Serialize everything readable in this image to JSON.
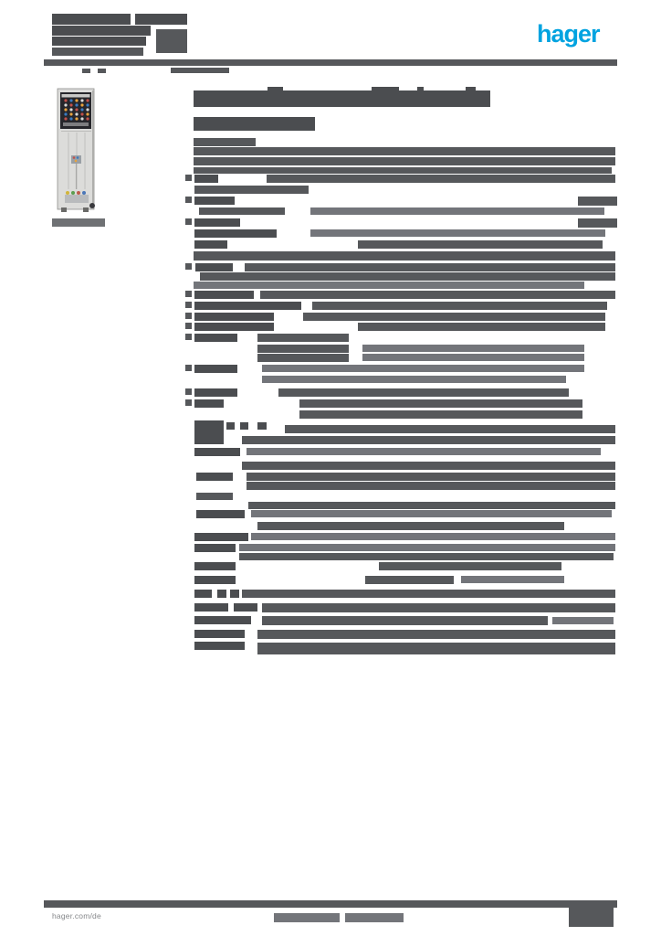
{
  "header": {
    "logo_text": "hager"
  },
  "footer": {
    "website": "hager.com/de"
  },
  "colors": {
    "brand_blue": "#00a3e0",
    "footer_text": "#85878a",
    "page_background": "#ffffff",
    "palette": {
      "d": "#4b4d50",
      "m": "#56585b",
      "l": "#73757a",
      "c": "#6f7174"
    }
  },
  "blocks": [
    {
      "name": "header-product-title-bar",
      "bars": [
        [
          57,
          15,
          86,
          12,
          "d"
        ],
        [
          148,
          15,
          57,
          12,
          "d"
        ],
        [
          57,
          28,
          108,
          11,
          "d"
        ],
        [
          57,
          40,
          103,
          10,
          "d"
        ],
        [
          57,
          52,
          100,
          9,
          "m"
        ]
      ]
    },
    {
      "name": "header-badge-bar",
      "bars": [
        [
          171,
          32,
          34,
          26,
          "m"
        ]
      ]
    },
    {
      "name": "header-rule",
      "bars": [
        [
          48,
          65,
          628,
          7,
          "m"
        ]
      ]
    },
    {
      "name": "header-sub-bar",
      "bars": [
        [
          90,
          75,
          9,
          5,
          "m"
        ],
        [
          107,
          75,
          9,
          5,
          "m"
        ],
        [
          187,
          74,
          64,
          6,
          "m"
        ]
      ]
    },
    {
      "name": "product-caption-bar",
      "bars": [
        [
          57,
          239,
          58,
          9,
          "c"
        ]
      ]
    },
    {
      "name": "page-title-bar",
      "bars": [
        [
          212,
          99,
          325,
          18,
          "d"
        ],
        [
          293,
          95,
          17,
          5,
          "d"
        ],
        [
          407,
          95,
          30,
          5,
          "d"
        ],
        [
          457,
          95,
          7,
          5,
          "d"
        ],
        [
          510,
          95,
          11,
          5,
          "d"
        ]
      ]
    },
    {
      "name": "page-subtitle-bar",
      "bars": [
        [
          212,
          128,
          133,
          15,
          "d"
        ]
      ]
    },
    {
      "name": "section-heading-bar",
      "bars": [
        [
          212,
          151,
          68,
          9,
          "m"
        ]
      ]
    },
    {
      "name": "paragraph-bar",
      "bars": [
        [
          212,
          161,
          462,
          9,
          "m"
        ],
        [
          212,
          172,
          462,
          9,
          "m"
        ],
        [
          212,
          183,
          458,
          7,
          "m"
        ]
      ]
    },
    {
      "name": "list-bullet",
      "bars": [
        [
          203,
          191,
          7,
          7,
          "m"
        ],
        [
          203,
          215,
          7,
          7,
          "m"
        ],
        [
          203,
          239,
          7,
          7,
          "m"
        ],
        [
          203,
          288,
          7,
          7,
          "m"
        ],
        [
          203,
          318,
          7,
          7,
          "m"
        ],
        [
          203,
          330,
          7,
          7,
          "m"
        ],
        [
          203,
          342,
          7,
          7,
          "m"
        ],
        [
          203,
          353,
          7,
          7,
          "m"
        ],
        [
          203,
          365,
          7,
          7,
          "m"
        ],
        [
          203,
          399,
          7,
          7,
          "m"
        ],
        [
          203,
          425,
          7,
          7,
          "m"
        ],
        [
          203,
          437,
          7,
          7,
          "m"
        ]
      ]
    },
    {
      "name": "spec-row-bar",
      "bars": [
        [
          213,
          191,
          26,
          9,
          "d"
        ],
        [
          292,
          191,
          382,
          9,
          "m"
        ],
        [
          213,
          203,
          125,
          9,
          "m"
        ],
        [
          213,
          215,
          44,
          9,
          "d"
        ],
        [
          633,
          215,
          43,
          10,
          "m"
        ],
        [
          218,
          227,
          94,
          8,
          "m"
        ],
        [
          340,
          227,
          322,
          8,
          "l"
        ],
        [
          213,
          239,
          50,
          9,
          "d"
        ],
        [
          633,
          239,
          43,
          10,
          "m"
        ],
        [
          213,
          251,
          90,
          9,
          "d"
        ],
        [
          340,
          251,
          323,
          8,
          "l"
        ],
        [
          213,
          263,
          36,
          9,
          "d"
        ],
        [
          392,
          263,
          268,
          9,
          "m"
        ],
        [
          212,
          275,
          462,
          10,
          "m"
        ],
        [
          214,
          288,
          41,
          9,
          "d"
        ],
        [
          268,
          288,
          406,
          9,
          "m"
        ],
        [
          219,
          298,
          455,
          9,
          "m"
        ],
        [
          212,
          308,
          428,
          8,
          "l"
        ],
        [
          213,
          318,
          65,
          9,
          "d"
        ],
        [
          285,
          318,
          389,
          9,
          "m"
        ],
        [
          213,
          330,
          117,
          9,
          "d"
        ],
        [
          342,
          330,
          323,
          9,
          "m"
        ],
        [
          213,
          342,
          87,
          9,
          "d"
        ],
        [
          332,
          342,
          331,
          9,
          "m"
        ],
        [
          213,
          353,
          87,
          9,
          "d"
        ],
        [
          392,
          353,
          271,
          9,
          "m"
        ],
        [
          213,
          365,
          47,
          9,
          "d"
        ],
        [
          282,
          365,
          100,
          9,
          "m"
        ],
        [
          282,
          377,
          100,
          9,
          "m"
        ],
        [
          397,
          377,
          243,
          8,
          "l"
        ],
        [
          282,
          387,
          100,
          9,
          "m"
        ],
        [
          397,
          387,
          243,
          8,
          "l"
        ],
        [
          213,
          399,
          47,
          9,
          "d"
        ],
        [
          287,
          399,
          353,
          8,
          "l"
        ],
        [
          287,
          411,
          333,
          8,
          "l"
        ],
        [
          213,
          425,
          47,
          9,
          "d"
        ],
        [
          305,
          425,
          318,
          9,
          "m"
        ],
        [
          213,
          437,
          32,
          9,
          "d"
        ],
        [
          328,
          437,
          310,
          9,
          "m"
        ],
        [
          328,
          449,
          310,
          9,
          "m"
        ],
        [
          213,
          460,
          32,
          26,
          "d"
        ],
        [
          248,
          462,
          9,
          8,
          "d"
        ],
        [
          263,
          462,
          9,
          8,
          "d"
        ],
        [
          282,
          462,
          10,
          8,
          "d"
        ],
        [
          312,
          465,
          362,
          9,
          "m"
        ],
        [
          265,
          477,
          409,
          9,
          "m"
        ],
        [
          213,
          490,
          50,
          9,
          "d"
        ],
        [
          270,
          490,
          388,
          8,
          "l"
        ],
        [
          265,
          505,
          409,
          9,
          "m"
        ],
        [
          215,
          517,
          40,
          9,
          "d"
        ],
        [
          270,
          517,
          404,
          9,
          "m"
        ],
        [
          270,
          527,
          404,
          9,
          "m"
        ],
        [
          215,
          539,
          40,
          8,
          "m"
        ],
        [
          272,
          549,
          402,
          8,
          "m"
        ],
        [
          215,
          558,
          53,
          9,
          "d"
        ],
        [
          275,
          558,
          395,
          8,
          "l"
        ],
        [
          282,
          571,
          336,
          9,
          "m"
        ],
        [
          213,
          583,
          59,
          9,
          "d"
        ],
        [
          275,
          583,
          399,
          8,
          "l"
        ],
        [
          213,
          595,
          45,
          9,
          "d"
        ],
        [
          262,
          595,
          412,
          8,
          "l"
        ],
        [
          262,
          605,
          410,
          8,
          "m"
        ],
        [
          213,
          615,
          45,
          9,
          "d"
        ],
        [
          415,
          615,
          200,
          9,
          "m"
        ],
        [
          213,
          630,
          45,
          9,
          "d"
        ],
        [
          400,
          630,
          97,
          9,
          "m"
        ],
        [
          505,
          630,
          113,
          8,
          "l"
        ],
        [
          213,
          645,
          19,
          9,
          "d"
        ],
        [
          238,
          645,
          10,
          9,
          "d"
        ],
        [
          252,
          645,
          10,
          9,
          "d"
        ],
        [
          265,
          645,
          409,
          9,
          "m"
        ],
        [
          213,
          660,
          37,
          9,
          "d"
        ],
        [
          256,
          660,
          26,
          9,
          "d"
        ],
        [
          287,
          660,
          387,
          10,
          "m"
        ],
        [
          213,
          674,
          62,
          9,
          "d"
        ],
        [
          287,
          674,
          313,
          10,
          "m"
        ],
        [
          605,
          675,
          67,
          8,
          "l"
        ],
        [
          213,
          689,
          55,
          9,
          "d"
        ],
        [
          282,
          689,
          392,
          10,
          "m"
        ],
        [
          213,
          702,
          55,
          9,
          "d"
        ],
        [
          282,
          703,
          392,
          13,
          "m"
        ]
      ]
    },
    {
      "name": "footer-rule",
      "bars": [
        [
          48,
          985,
          628,
          8,
          "m"
        ]
      ]
    },
    {
      "name": "footer-note-bar",
      "bars": [
        [
          300,
          999,
          72,
          10,
          "l"
        ],
        [
          378,
          999,
          64,
          10,
          "l"
        ]
      ]
    },
    {
      "name": "footer-page-tab",
      "bars": [
        [
          623,
          991,
          49,
          23,
          "m"
        ]
      ]
    }
  ]
}
